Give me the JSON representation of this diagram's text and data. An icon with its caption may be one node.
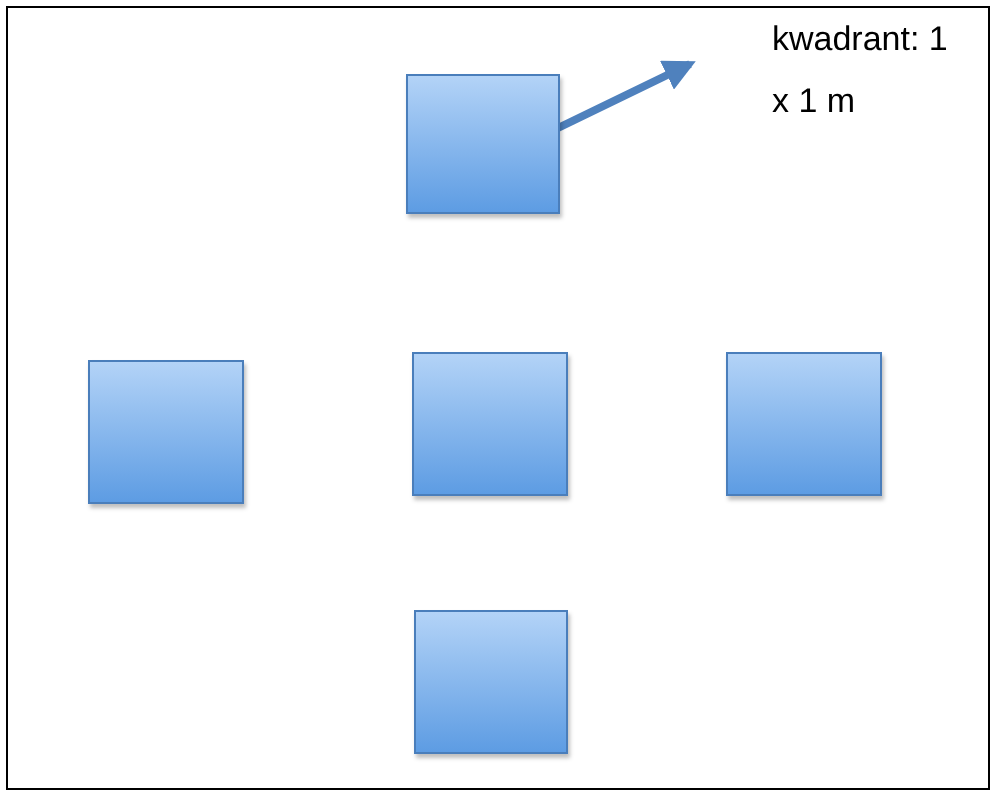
{
  "diagram": {
    "nodes": [
      {
        "text": [],
        "shape": "box"
      },
      {
        "text": [
          "kwadrant: 1 x 1 m"
        ]
      },
      {
        "text": [],
        "shape": "box"
      },
      {
        "text": [],
        "shape": "box"
      },
      {
        "text": [],
        "shape": "box"
      },
      {
        "text": [],
        "shape": "box"
      }
    ],
    "edges": [
      {
        "from": 0,
        "to": 1,
        "arrow": "to"
      }
    ]
  }
}
